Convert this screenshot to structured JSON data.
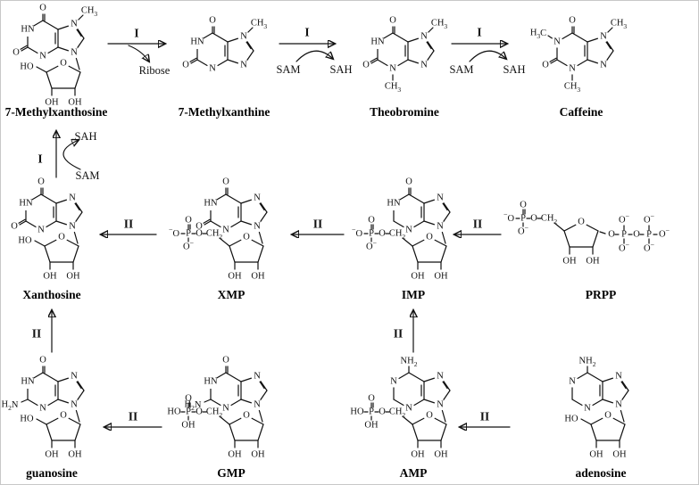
{
  "colors": {
    "ink": "#111111",
    "background": "#ffffff",
    "border": "#c8c8c8"
  },
  "symbols": {
    "oxygen": "O",
    "nitrogen": "N",
    "nh": "HN",
    "amine": "NH2",
    "amine_left": "H2N",
    "methyl": "CH3",
    "methyl_left": "H3C",
    "hydroxyl": "OH",
    "hydroxyl_left": "HO",
    "phosphorus": "P",
    "o_minus": "O-",
    "minus_o": "-O",
    "ch2": "CH2",
    "ring_o": "O"
  },
  "compounds": [
    {
      "id": "m7xs",
      "name": "7-Methylxanthosine",
      "base": "xanthine",
      "n7_methyl": true,
      "sugar": "ribose",
      "c5": "HO"
    },
    {
      "id": "m7x",
      "name": "7-Methylxanthine",
      "base": "xanthine",
      "n7_methyl": true
    },
    {
      "id": "tb",
      "name": "Theobromine",
      "base": "xanthine",
      "n3_methyl": true,
      "n7_methyl": true
    },
    {
      "id": "caf",
      "name": "Caffeine",
      "base": "xanthine",
      "n1_methyl": true,
      "n3_methyl": true,
      "n7_methyl": true
    },
    {
      "id": "xan",
      "name": "Xanthosine",
      "base": "xanthine",
      "sugar": "ribose",
      "c5": "HO"
    },
    {
      "id": "xmp",
      "name": "XMP",
      "base": "xanthine",
      "sugar": "ribose",
      "c5": "phosphate_anion"
    },
    {
      "id": "imp",
      "name": "IMP",
      "base": "hypoxanthine",
      "sugar": "ribose",
      "c5": "phosphate_anion"
    },
    {
      "id": "prpp",
      "name": "PRPP",
      "sugar": "ribose",
      "c5": "phosphate_anion",
      "c1": "pyrophosphate"
    },
    {
      "id": "guo",
      "name": "guanosine",
      "base": "guanine",
      "sugar": "ribose",
      "c5": "HO"
    },
    {
      "id": "gmp",
      "name": "GMP",
      "base": "guanine",
      "sugar": "ribose",
      "c5": "phosphate_acid"
    },
    {
      "id": "amp",
      "name": "AMP",
      "base": "adenine",
      "sugar": "ribose",
      "c5": "phosphate_acid"
    },
    {
      "id": "ado",
      "name": "adenosine",
      "base": "adenine",
      "sugar": "ribose",
      "c5": "HO"
    }
  ],
  "reactions": [
    {
      "enzyme": "I",
      "from": "7-Methylxanthosine",
      "to": "7-Methylxanthine",
      "byproduct": "Ribose"
    },
    {
      "enzyme": "I",
      "from": "7-Methylxanthine",
      "to": "Theobromine",
      "cofactor_in": "SAM",
      "cofactor_out": "SAH"
    },
    {
      "enzyme": "I",
      "from": "Theobromine",
      "to": "Caffeine",
      "cofactor_in": "SAM",
      "cofactor_out": "SAH"
    },
    {
      "enzyme": "I",
      "from": "Xanthosine",
      "to": "7-Methylxanthosine",
      "cofactor_in": "SAM",
      "cofactor_out": "SAH"
    },
    {
      "enzyme": "II",
      "from": "XMP",
      "to": "Xanthosine"
    },
    {
      "enzyme": "II",
      "from": "IMP",
      "to": "XMP"
    },
    {
      "enzyme": "II",
      "from": "PRPP",
      "to": "IMP"
    },
    {
      "enzyme": "II",
      "from": "guanosine",
      "to": "Xanthosine"
    },
    {
      "enzyme": "II",
      "from": "AMP",
      "to": "IMP"
    },
    {
      "enzyme": "II",
      "from": "GMP",
      "to": "guanosine"
    },
    {
      "enzyme": "II",
      "from": "adenosine",
      "to": "AMP"
    }
  ]
}
